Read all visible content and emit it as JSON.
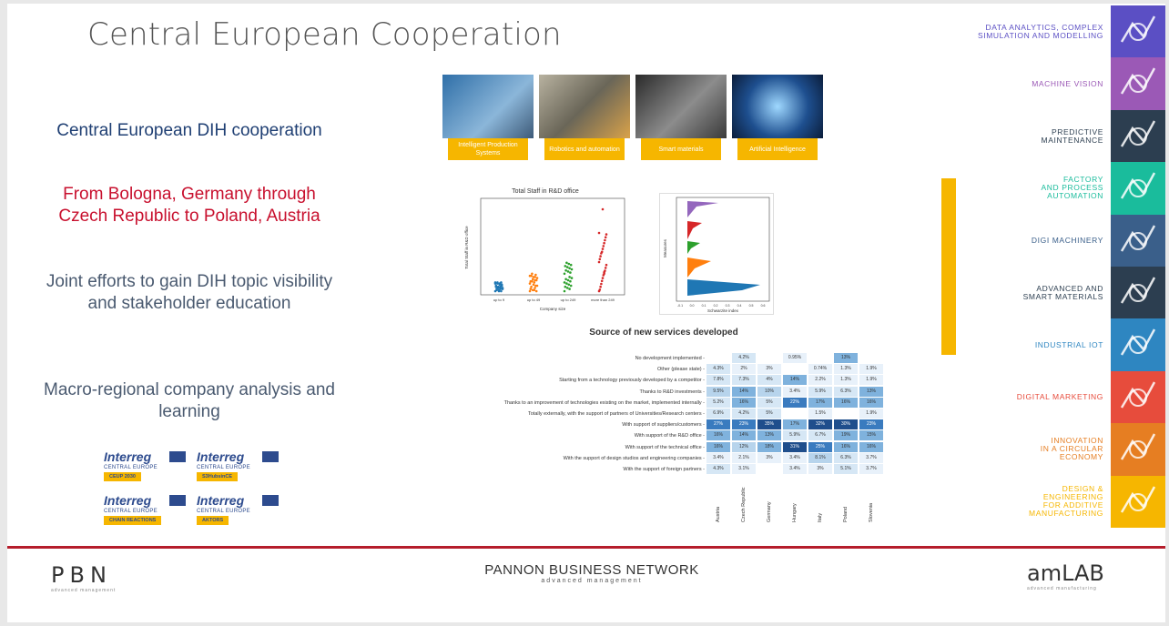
{
  "title": "Central European Cooperation",
  "left": {
    "heading": "Central European DIH cooperation",
    "route": "From Bologna, Germany through Czech Republic to Poland, Austria",
    "joint": "Joint efforts to gain DIH topic visibility and stakeholder education",
    "macro": "Macro-regional company analysis and learning"
  },
  "interreg": [
    {
      "word": "Interreg",
      "sub": "CENTRAL EUROPE",
      "project": "CEUP 2030"
    },
    {
      "word": "Interreg",
      "sub": "CENTRAL EUROPE",
      "project": "S3HubsinCE"
    },
    {
      "word": "Interreg",
      "sub": "CENTRAL EUROPE",
      "project": "CHAIN REACTIONS"
    },
    {
      "word": "Interreg",
      "sub": "CENTRAL EUROPE",
      "project": "AKTORS"
    }
  ],
  "thumbnails": [
    {
      "label": "Intelligent Production Systems",
      "color": "#3f7fb5"
    },
    {
      "label": "Robotics and automation",
      "color": "#8a8a7a"
    },
    {
      "label": "Smart materials",
      "color": "#5a5a5a"
    },
    {
      "label": "Artificial Intelligence",
      "color": "#1e4f8f"
    }
  ],
  "scatter": {
    "title": "Total Staff in R&D office",
    "ylabel": "Total Staff in R&D office",
    "xlabel": "Company size",
    "categories": [
      "up to 9",
      "up to 49",
      "up to 249",
      "more than 249"
    ],
    "colors": [
      "#1f77b4",
      "#ff7f0e",
      "#2ca02c",
      "#d62728"
    ]
  },
  "violin": {
    "ylabel": "Measures",
    "xlabel": "Schwarzite index",
    "ticks": [
      "-0.1",
      "0.0",
      "0.1",
      "0.2",
      "0.3",
      "0.4",
      "0.5",
      "0.6"
    ],
    "colors": [
      "#9467bd",
      "#d62728",
      "#2ca02c",
      "#ff7f0e",
      "#1f77b4"
    ]
  },
  "heatmap": {
    "title": "Source of new services developed",
    "columns": [
      "Austria",
      "Czech Republic",
      "Germany",
      "Hungary",
      "Italy",
      "Poland",
      "Slovenia"
    ],
    "rows": [
      {
        "label": "No development implemented",
        "values": [
          "",
          "4.2%",
          "",
          "0.95%",
          "",
          "13%",
          ""
        ]
      },
      {
        "label": "Other (please state)",
        "values": [
          "4.3%",
          "2%",
          "3%",
          "",
          "0.74%",
          "1.3%",
          "1.9%"
        ]
      },
      {
        "label": "Starting from a technology previously developed by a competitor",
        "values": [
          "7.8%",
          "7.3%",
          "4%",
          "14%",
          "2.2%",
          "1.3%",
          "1.9%"
        ]
      },
      {
        "label": "Thanks to R&D investments",
        "values": [
          "9.5%",
          "14%",
          "10%",
          "3.4%",
          "5.9%",
          "6.3%",
          "13%"
        ]
      },
      {
        "label": "Thanks to an improvement of technologies existing on the market, implemented internally",
        "values": [
          "5.2%",
          "16%",
          "5%",
          "22%",
          "17%",
          "16%",
          "16%"
        ]
      },
      {
        "label": "Totally externally, with the support of partners of Universities/Research centers",
        "values": [
          "6.9%",
          "4.2%",
          "5%",
          "",
          "1.5%",
          "",
          "1.9%"
        ]
      },
      {
        "label": "With support of suppliers/customers",
        "values": [
          "27%",
          "23%",
          "35%",
          "17%",
          "32%",
          "30%",
          "23%"
        ]
      },
      {
        "label": "With support of the R&D office",
        "values": [
          "16%",
          "14%",
          "13%",
          "5.9%",
          "6.7%",
          "19%",
          "15%"
        ]
      },
      {
        "label": "With support of the technical office",
        "values": [
          "16%",
          "12%",
          "18%",
          "31%",
          "25%",
          "16%",
          "16%"
        ]
      },
      {
        "label": "With the support of design studios and engineering companies",
        "values": [
          "3.4%",
          "2.1%",
          "3%",
          "3.4%",
          "8.1%",
          "6.3%",
          "3.7%"
        ]
      },
      {
        "label": "With the support of foreign partners",
        "values": [
          "4.3%",
          "3.1%",
          "",
          "3.4%",
          "3%",
          "5.1%",
          "3.7%"
        ]
      }
    ]
  },
  "sidebar": [
    {
      "label": "DATA ANALYTICS, COMPLEX\nSIMULATION AND MODELLING",
      "color": "#5b4fc4",
      "text": "#5b4fc4"
    },
    {
      "label": "MACHINE VISION",
      "color": "#9b59b6",
      "text": "#9b59b6"
    },
    {
      "label": "PREDICTIVE\nMAINTENANCE",
      "color": "#2c3e50",
      "text": "#2c3e50"
    },
    {
      "label": "FACTORY\nAND PROCESS\nAUTOMATION",
      "color": "#1abc9c",
      "text": "#1abc9c"
    },
    {
      "label": "DIGI MACHINERY",
      "color": "#3a5f8a",
      "text": "#3a5f8a"
    },
    {
      "label": "ADVANCED AND\nSMART MATERIALS",
      "color": "#2c3e50",
      "text": "#2c3e50"
    },
    {
      "label": "INDUSTRIAL IOT",
      "color": "#2e86c1",
      "text": "#2e86c1"
    },
    {
      "label": "DIGITAL MARKETING",
      "color": "#e74c3c",
      "text": "#e74c3c"
    },
    {
      "label": "INNOVATION\nIN A CIRCULAR\nECONOMY",
      "color": "#e67e22",
      "text": "#e67e22"
    },
    {
      "label": "DESIGN &\nENGINEERING\nFOR ADDITIVE\nMANUFACTURING",
      "color": "#f6b600",
      "text": "#f6b600"
    }
  ],
  "footer": {
    "pbn": "PBN",
    "pbn_sub": "advanced management",
    "center": "PANNON BUSINESS NETWORK",
    "center_sub": "advanced management",
    "amlab": "amLAB",
    "amlab_sub": "advanced manufacturing"
  }
}
